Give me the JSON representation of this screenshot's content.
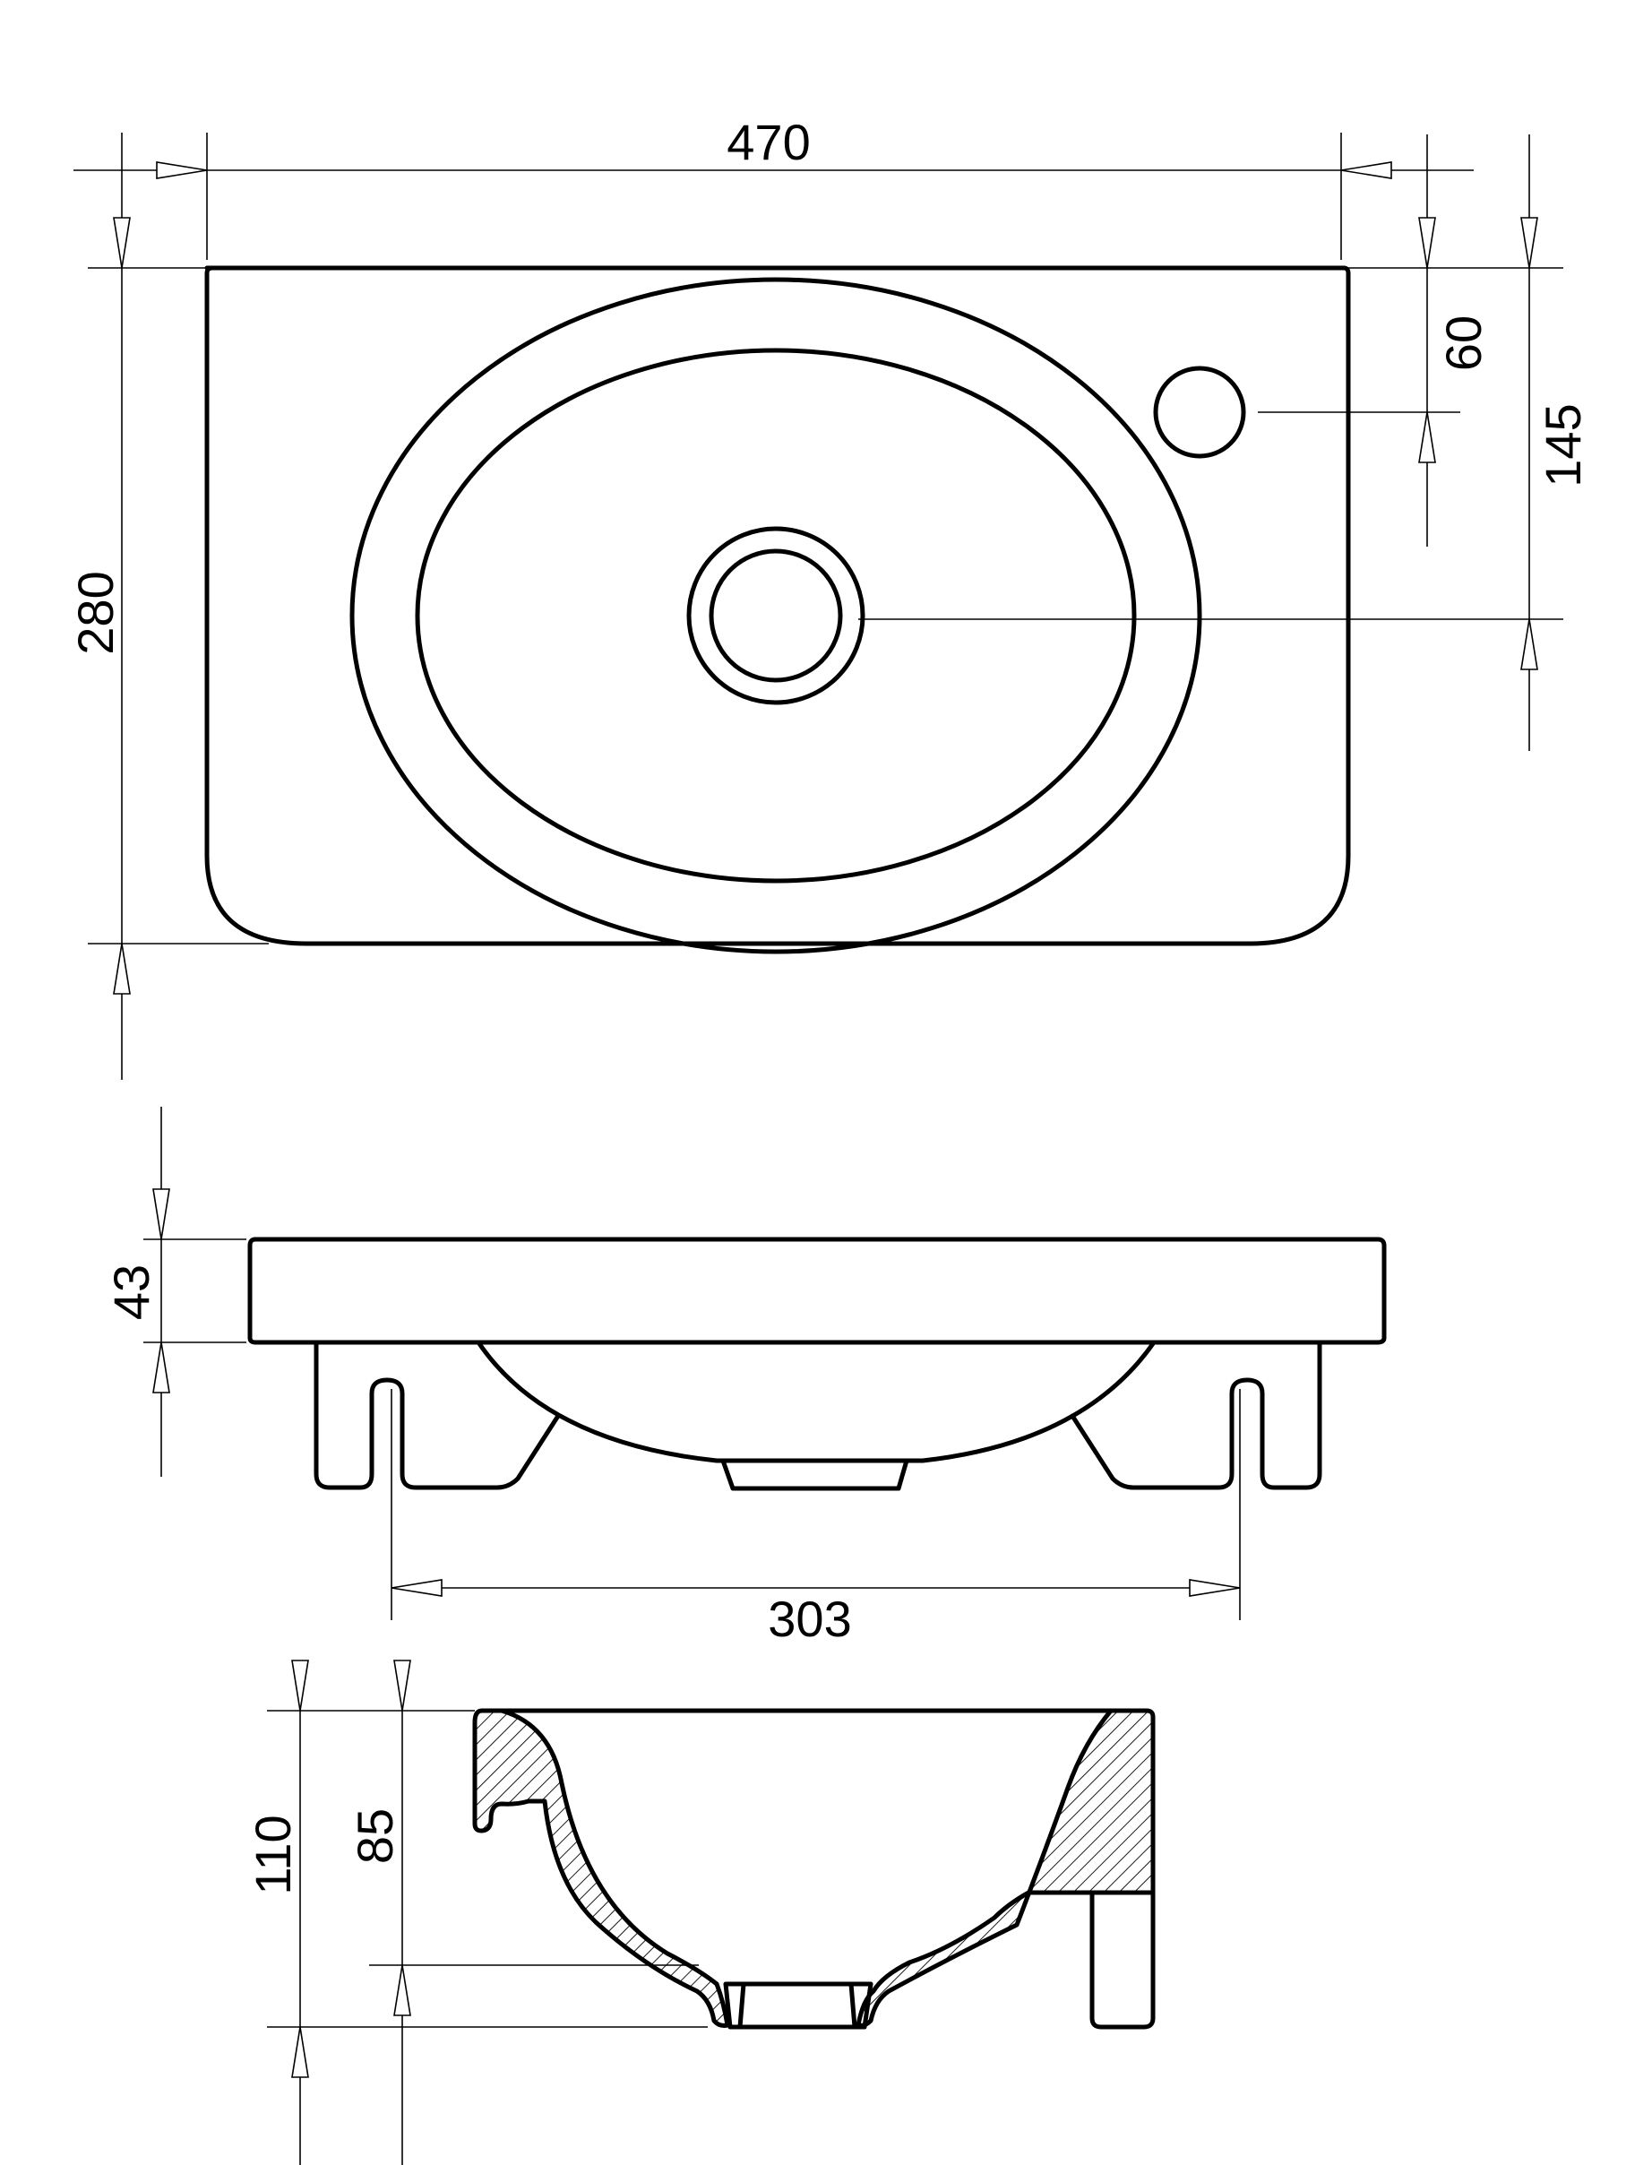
{
  "dimensions": {
    "top_width": "470",
    "top_depth": "280",
    "tap_hole_offset": "60",
    "drain_offset": "145",
    "rim_height": "43",
    "leg_spacing": "303",
    "total_height": "110",
    "bowl_depth": "85"
  }
}
